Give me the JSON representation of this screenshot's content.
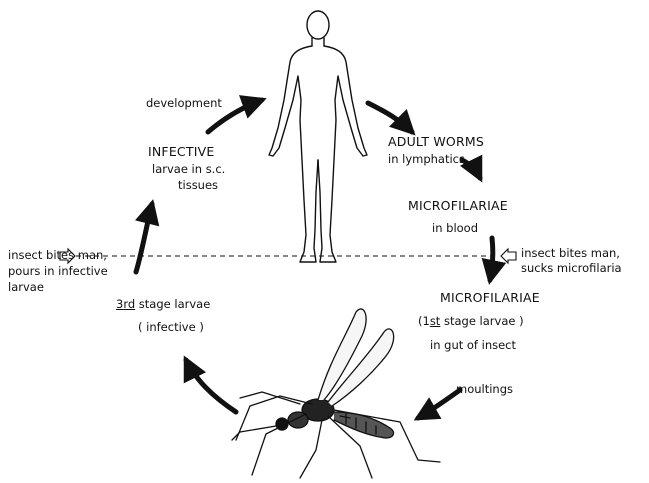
{
  "labels": {
    "development": "development",
    "adult_worms": "ADULT WORMS",
    "in_lymphatics": "in lymphatics",
    "microfilariae_1": "MICROFILARIAE",
    "in_blood": "in blood",
    "bite_right_1": "insect bites man,",
    "bite_right_2": "sucks microfilaria",
    "microfilariae_2": "MICROFILARIAE",
    "first_open": "(1",
    "first_st": "st",
    "first_rest": " stage larvae )",
    "in_gut": "in gut of insect",
    "moultings": "moultings",
    "infective": "INFECTIVE",
    "larvae_sc": "larvae in s.c.",
    "tissues": "tissues",
    "bite_left_1": "insect bites man,",
    "bite_left_2": "pours in infective",
    "bite_left_3": "larvae",
    "third_num": "3",
    "third_rd": "rd",
    "third_rest": "  stage larvae",
    "infective_paren": "( infective )"
  },
  "colors": {
    "ink": "#111111",
    "paper": "#ffffff"
  },
  "icons": [
    "human-figure-icon",
    "mosquito-icon",
    "cycle-arrow-icon",
    "hollow-arrow-icon"
  ]
}
